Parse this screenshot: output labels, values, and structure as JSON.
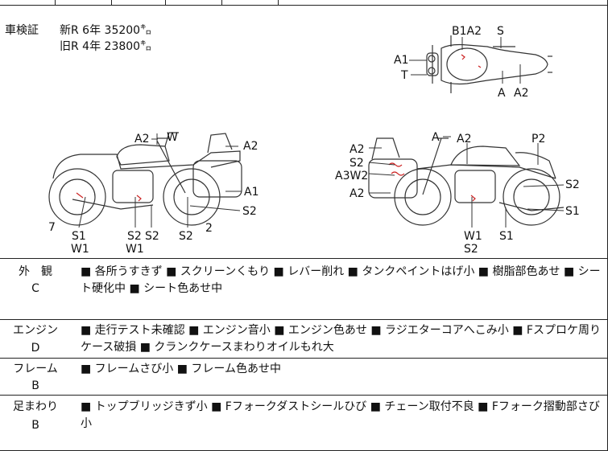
{
  "shaken": {
    "label": "車検証",
    "rows": [
      "新R 6年 35200㌔",
      "旧R 4年 23800㌔"
    ]
  },
  "diagram_labels": {
    "top": [
      "B1A2",
      "S",
      "A1",
      "T",
      "A",
      "A2"
    ],
    "left": [
      "A2",
      "W",
      "A2",
      "A1",
      "S2",
      "7",
      "S1",
      "W1",
      "S2",
      "S2",
      "W1",
      "S2",
      "2"
    ],
    "right": [
      "A",
      "A2",
      "P2",
      "A2",
      "S2",
      "A3W2",
      "A2",
      "S2",
      "S1",
      "W1",
      "S2",
      "S1"
    ]
  },
  "sections": [
    {
      "title": "外　観",
      "grade": "C",
      "text": "■ 各所うすきず ■ スクリーンくもり ■ レバー削れ ■ タンクペイントはげ小 ■ 樹脂部色あせ ■ シート硬化中 ■ シート色あせ中"
    },
    {
      "title": "エンジン",
      "grade": "D",
      "text": "■ 走行テスト未確認 ■ エンジン音小 ■ エンジン色あせ ■ ラジエターコアへこみ小 ■ Fスプロケ周りケース破損 ■ クランクケースまわりオイルもれ大"
    },
    {
      "title": "フレーム",
      "grade": "B",
      "text": "■ フレームさび小 ■ フレーム色あせ中"
    },
    {
      "title": "足まわり",
      "grade": "B",
      "text": "■ トップブリッジきず小 ■ Fフォークダストシールひび ■ チェーン取付不良 ■ Fフォーク摺動部さび小"
    }
  ]
}
